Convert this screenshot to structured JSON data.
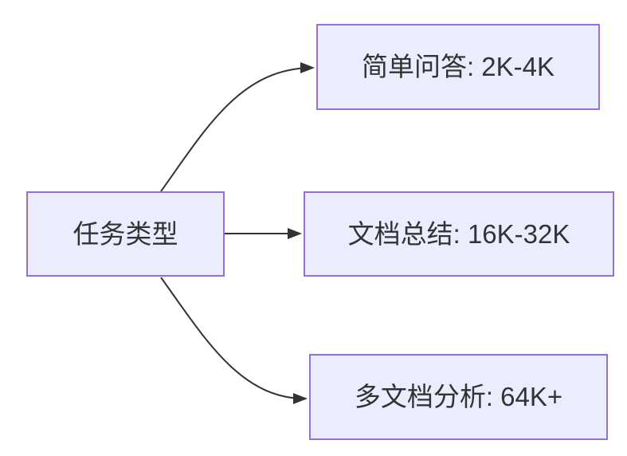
{
  "diagram": {
    "type": "flowchart",
    "direction": "left-to-right",
    "background_color": "#ffffff",
    "node_fill_color": "#ECECFF",
    "node_border_color": "#9370DB",
    "edge_color": "#333333",
    "text_color": "#333333",
    "nodes": [
      {
        "id": "root",
        "label": "任务类型"
      },
      {
        "id": "simple-qa",
        "label": "简单问答: 2K-4K"
      },
      {
        "id": "doc-summary",
        "label": "文档总结: 16K-32K"
      },
      {
        "id": "multi-doc",
        "label": "多文档分析: 64K+"
      }
    ],
    "edges": [
      {
        "from": "任务类型",
        "to": "简单问答: 2K-4K"
      },
      {
        "from": "任务类型",
        "to": "文档总结: 16K-32K"
      },
      {
        "from": "任务类型",
        "to": "多文档分析: 64K+"
      }
    ]
  }
}
